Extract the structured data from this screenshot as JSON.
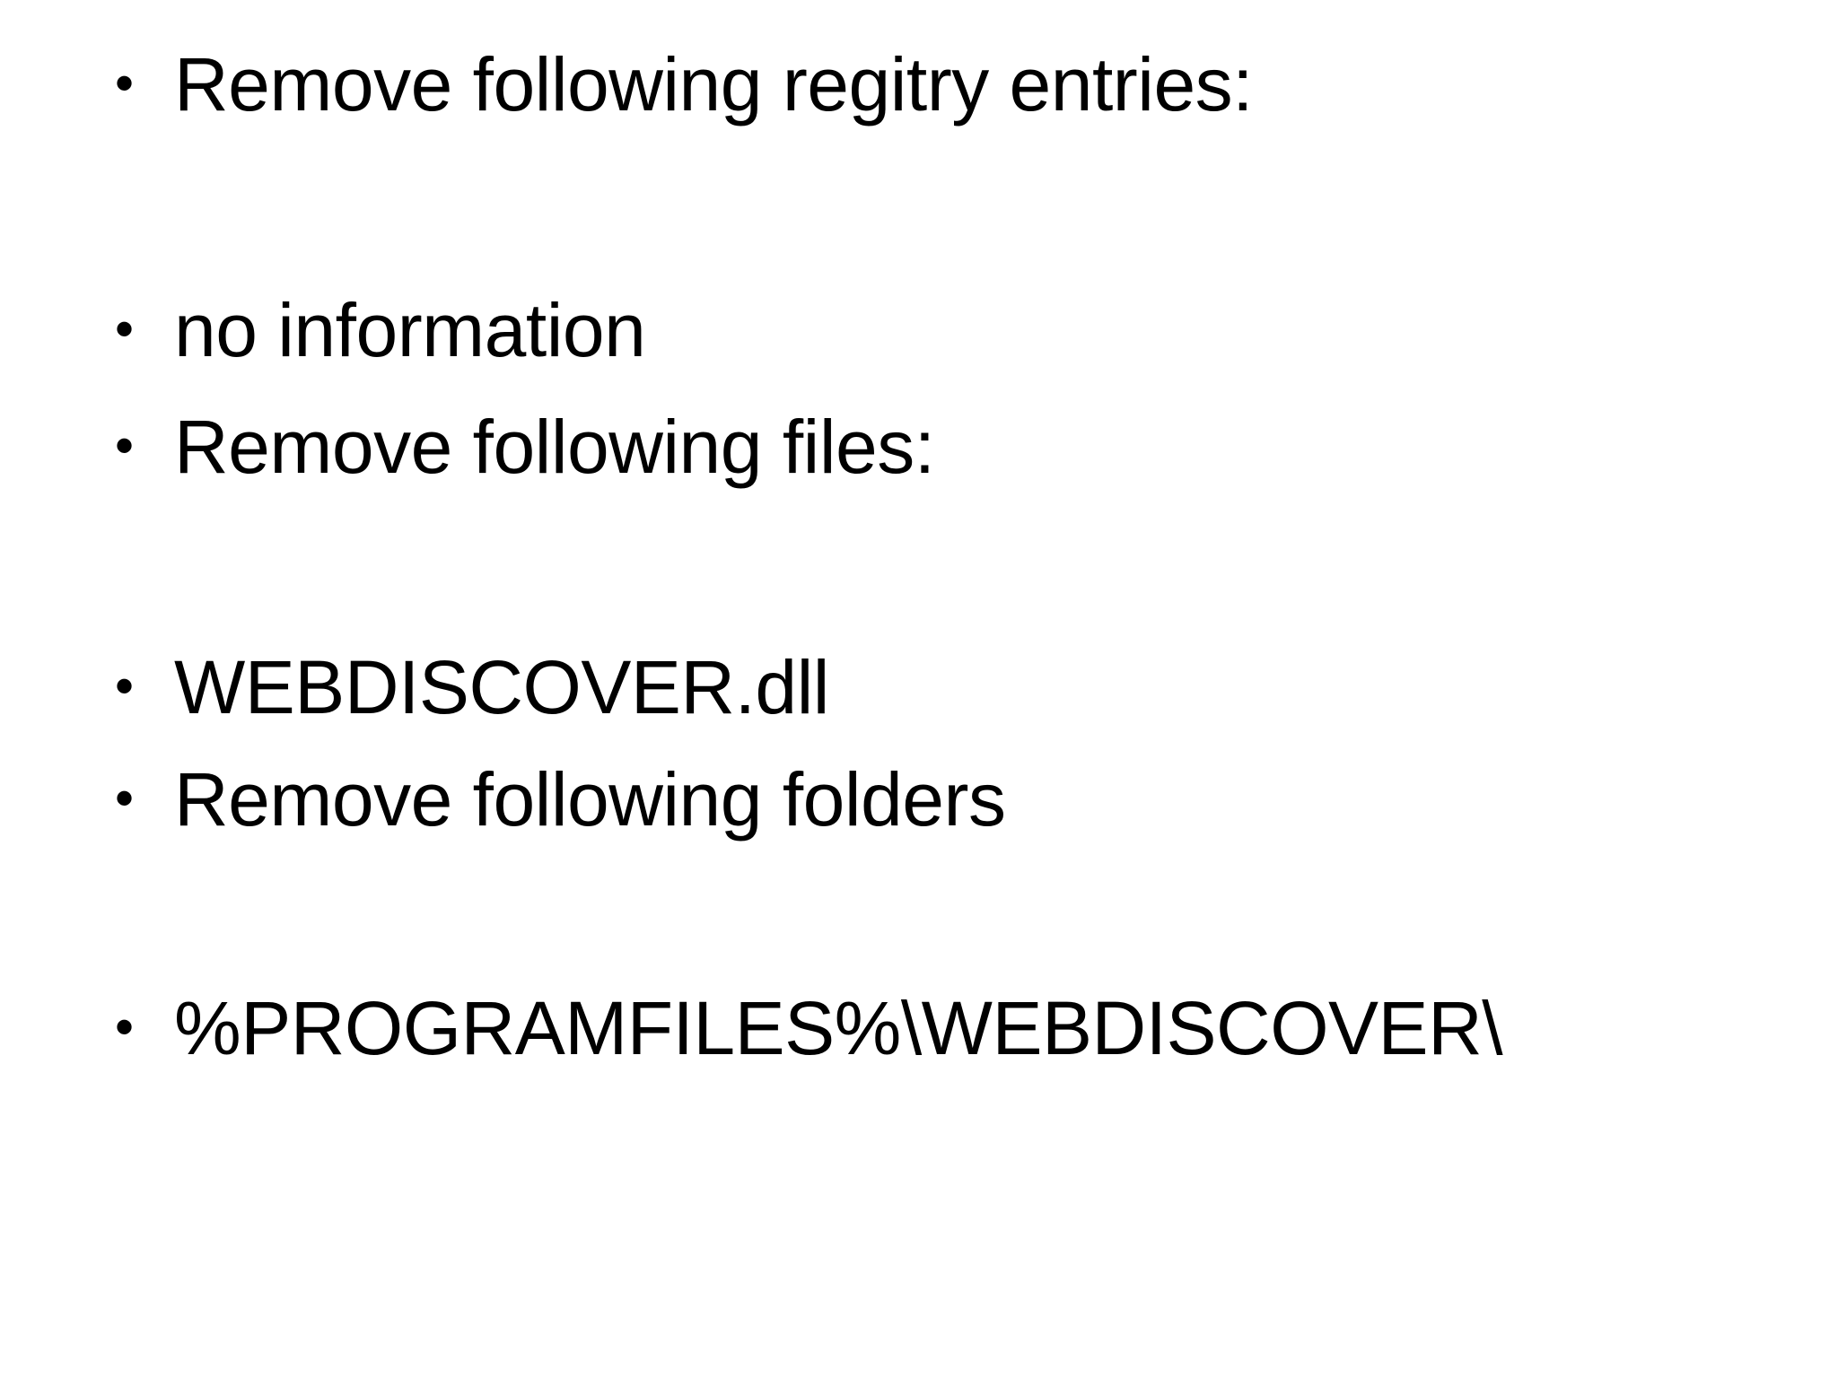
{
  "slide": {
    "background_color": "#ffffff",
    "text_color": "#000000",
    "bullet_glyph": "•",
    "bullets": [
      {
        "text": "Remove following regitry entries:"
      },
      {
        "text": "no information"
      },
      {
        "text": "Remove following files:"
      },
      {
        "text": "WEBDISCOVER.dll"
      },
      {
        "text": "Remove following folders"
      },
      {
        "text": "%PROGRAMFILES%\\WEBDISCOVER\\"
      }
    ]
  }
}
